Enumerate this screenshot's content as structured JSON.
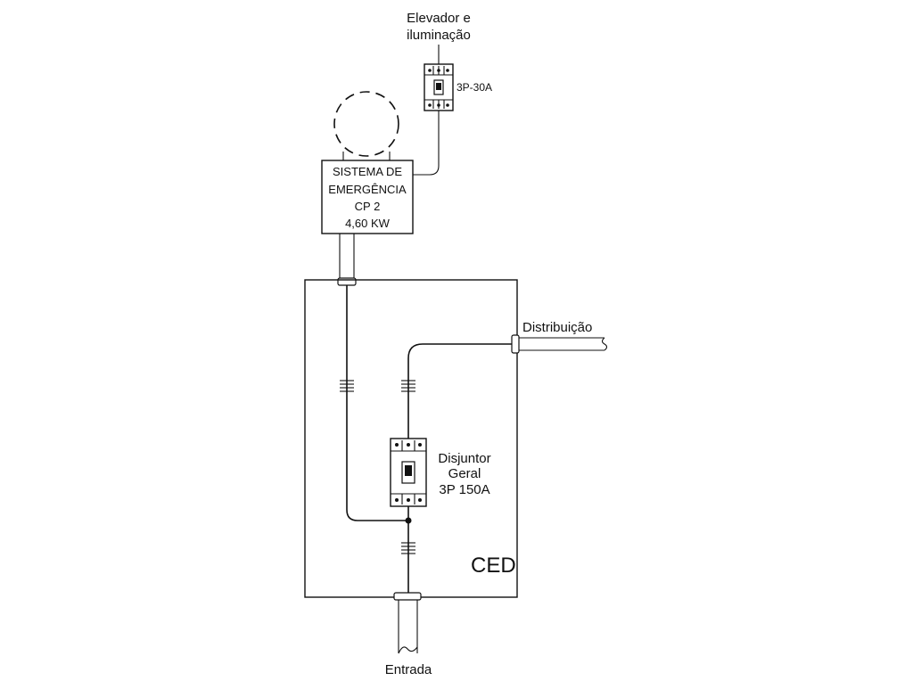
{
  "labels": {
    "elevator_line1": "Elevador e",
    "elevator_line2": "iluminação",
    "small_breaker_rating": "3P-30A",
    "emergency_line1": "SISTEMA DE",
    "emergency_line2": "EMERGÊNCIA",
    "emergency_line3": "CP 2",
    "emergency_line4": "4,60 KW",
    "distribution": "Distribuição",
    "main_breaker_line1": "Disjuntor",
    "main_breaker_line2": "Geral",
    "main_breaker_line3": "3P 150A",
    "panel_name": "CED",
    "entrance": "Entrada"
  }
}
